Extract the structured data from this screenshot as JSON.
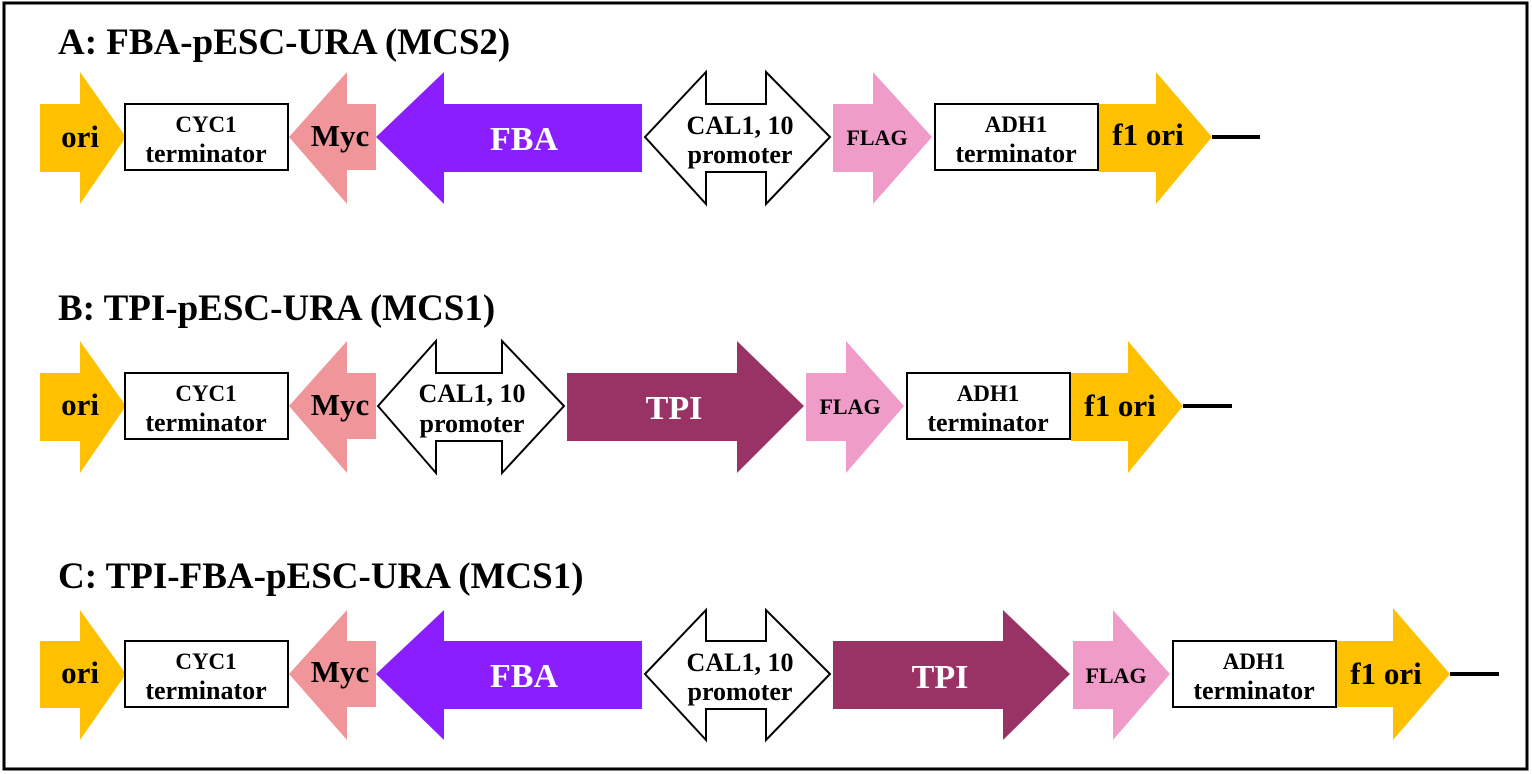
{
  "colors": {
    "ori": "#FFC000",
    "myc": "#F0969A",
    "flag": "#F09CC8",
    "fba": "#8B1EFF",
    "tpi": "#993366",
    "outline": "#000000",
    "white": "#FFFFFF"
  },
  "panels": [
    {
      "title": "A: FBA-pESC-URA (MCS2)",
      "elements": {
        "ori": "ori",
        "cyc1_line1": "CYC1",
        "cyc1_line2": "terminator",
        "myc": "Myc",
        "fba": "FBA",
        "promoter_line1": "CAL1, 10",
        "promoter_line2": "promoter",
        "flag": "FLAG",
        "adh1_line1": "ADH1",
        "adh1_line2": "terminator",
        "f1ori": "f1 ori"
      }
    },
    {
      "title": "B: TPI-pESC-URA (MCS1)",
      "elements": {
        "ori": "ori",
        "cyc1_line1": "CYC1",
        "cyc1_line2": "terminator",
        "myc": "Myc",
        "promoter_line1": "CAL1, 10",
        "promoter_line2": "promoter",
        "tpi": "TPI",
        "flag": "FLAG",
        "adh1_line1": "ADH1",
        "adh1_line2": "terminator",
        "f1ori": "f1 ori"
      }
    },
    {
      "title": "C: TPI-FBA-pESC-URA (MCS1)",
      "elements": {
        "ori": "ori",
        "cyc1_line1": "CYC1",
        "cyc1_line2": "terminator",
        "myc": "Myc",
        "fba": "FBA",
        "promoter_line1": "CAL1, 10",
        "promoter_line2": "promoter",
        "tpi": "TPI",
        "flag": "FLAG",
        "adh1_line1": "ADH1",
        "adh1_line2": "terminator",
        "f1ori": "f1 ori"
      }
    }
  ]
}
